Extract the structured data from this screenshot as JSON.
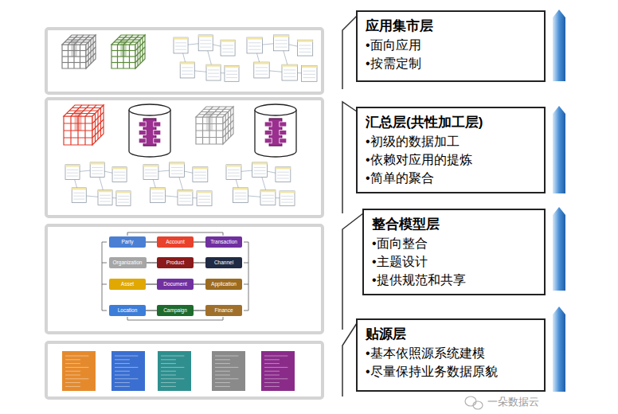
{
  "diagram": {
    "nodes": [
      {
        "text": [
          "应用集市层",
          "•面向应用",
          "•按需定制"
        ]
      },
      {
        "text": [
          "汇总层(共性加工层)",
          "•初级的数据加工",
          "•依赖对应用的提炼",
          "•简单的聚合"
        ]
      },
      {
        "text": [
          "整合模型层",
          "•面向整合",
          "•主题设计",
          "•提供规范和共享"
        ]
      },
      {
        "text": [
          "贴源层",
          "•基本依照源系统建模",
          "•尽量保持业务数据原貌"
        ]
      },
      {
        "text": [
          "Party"
        ]
      },
      {
        "text": [
          "Account"
        ]
      },
      {
        "text": [
          "Transaction"
        ]
      },
      {
        "text": [
          "Organization"
        ]
      },
      {
        "text": [
          "Product"
        ]
      },
      {
        "text": [
          "Channel"
        ]
      },
      {
        "text": [
          "Asset"
        ]
      },
      {
        "text": [
          "Document"
        ]
      },
      {
        "text": [
          "Application"
        ]
      },
      {
        "text": [
          "Location"
        ]
      },
      {
        "text": [
          "Campaign"
        ]
      },
      {
        "text": [
          "Finance"
        ]
      }
    ],
    "edges": [
      {
        "from": 4,
        "to": 5,
        "arrow": "none"
      },
      {
        "from": 5,
        "to": 6,
        "arrow": "none"
      },
      {
        "from": 7,
        "to": 8,
        "arrow": "none"
      },
      {
        "from": 8,
        "to": 9,
        "arrow": "none"
      },
      {
        "from": 10,
        "to": 11,
        "arrow": "none"
      },
      {
        "from": 11,
        "to": 12,
        "arrow": "none"
      },
      {
        "from": 13,
        "to": 14,
        "arrow": "none"
      },
      {
        "from": 14,
        "to": 15,
        "arrow": "none"
      }
    ],
    "labels": [
      "一朵数据云"
    ]
  }
}
